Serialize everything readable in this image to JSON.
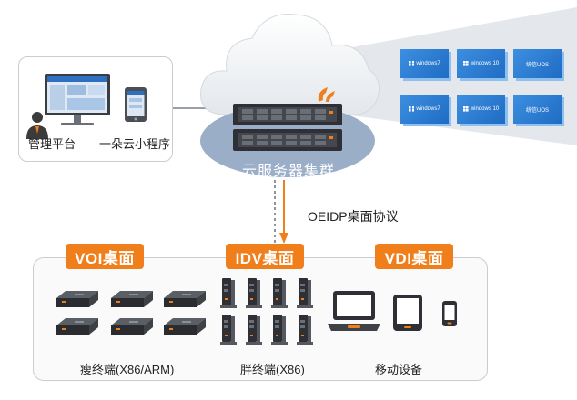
{
  "management": {
    "platform_label": "管理平台",
    "miniprogram_label": "一朵云小程序"
  },
  "cloud": {
    "cluster_label": "云服务器集群"
  },
  "vm_tiles": [
    {
      "label": "windows7",
      "icon": "windows-icon"
    },
    {
      "label": "windows 10",
      "icon": "windows-icon"
    },
    {
      "label": "统信UOS",
      "icon": ""
    },
    {
      "label": "windows7",
      "icon": "windows-icon"
    },
    {
      "label": "windows 10",
      "icon": "windows-icon"
    },
    {
      "label": "统信UOS",
      "icon": ""
    }
  ],
  "protocol": {
    "label": "OEIDP桌面协议"
  },
  "desktops": {
    "voi": "VOI桌面",
    "idv": "IDV桌面",
    "vdi": "VDI桌面"
  },
  "devices": {
    "thin_label": "瘦终端(X86/ARM)",
    "fat_label": "胖终端(X86)",
    "mobile_label": "移动设备"
  },
  "colors": {
    "accent": "#f07e1a",
    "cluster_ellipse": "#9aaec8",
    "tile_blue": "#2b7bd6",
    "beam": "#d9dfe6"
  }
}
